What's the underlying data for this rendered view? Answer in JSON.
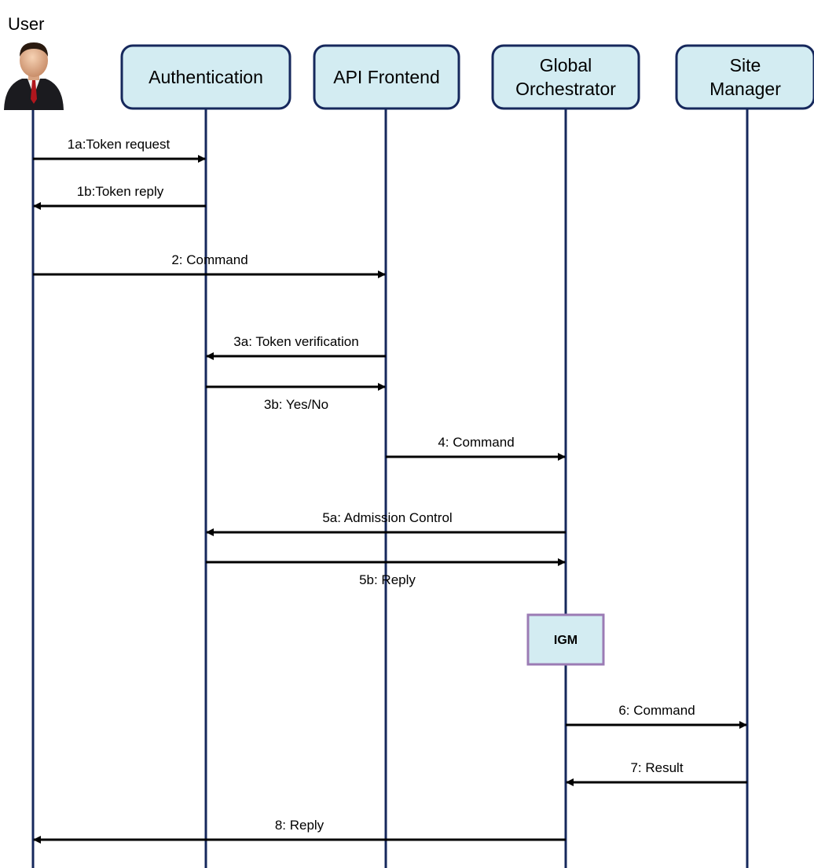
{
  "actors": [
    {
      "id": "user",
      "label": "User",
      "kind": "person-icon"
    },
    {
      "id": "auth",
      "lines": [
        "Authentication"
      ],
      "kind": "box"
    },
    {
      "id": "api",
      "lines": [
        "API Frontend"
      ],
      "kind": "box"
    },
    {
      "id": "go",
      "lines": [
        "Global",
        "Orchestrator"
      ],
      "kind": "box"
    },
    {
      "id": "sm",
      "lines": [
        "Site",
        "Manager"
      ],
      "kind": "box"
    }
  ],
  "messages": [
    {
      "from": "user",
      "to": "auth",
      "label": "1a:Token request"
    },
    {
      "from": "auth",
      "to": "user",
      "label": "1b:Token reply"
    },
    {
      "from": "user",
      "to": "api",
      "label": "2: Command"
    },
    {
      "from": "api",
      "to": "auth",
      "label": "3a: Token verification"
    },
    {
      "from": "auth",
      "to": "api",
      "label": "3b: Yes/No"
    },
    {
      "from": "api",
      "to": "go",
      "label": "4: Command"
    },
    {
      "from": "go",
      "to": "auth",
      "label": "5a: Admission Control"
    },
    {
      "from": "auth",
      "to": "go",
      "label": "5b: Reply"
    },
    {
      "from": "go",
      "to": "sm",
      "label": "6: Command"
    },
    {
      "from": "sm",
      "to": "go",
      "label": "7: Result"
    },
    {
      "from": "go",
      "to": "user",
      "label": "8: Reply"
    }
  ],
  "note": {
    "on": "go",
    "label": "IGM"
  },
  "colors": {
    "lifeline": "#16285c",
    "box_fill": "#d3ecf2",
    "box_border": "#16285c",
    "note_fill": "#d3ecf2",
    "note_border": "#9b7bb4",
    "arrow": "#000000"
  }
}
